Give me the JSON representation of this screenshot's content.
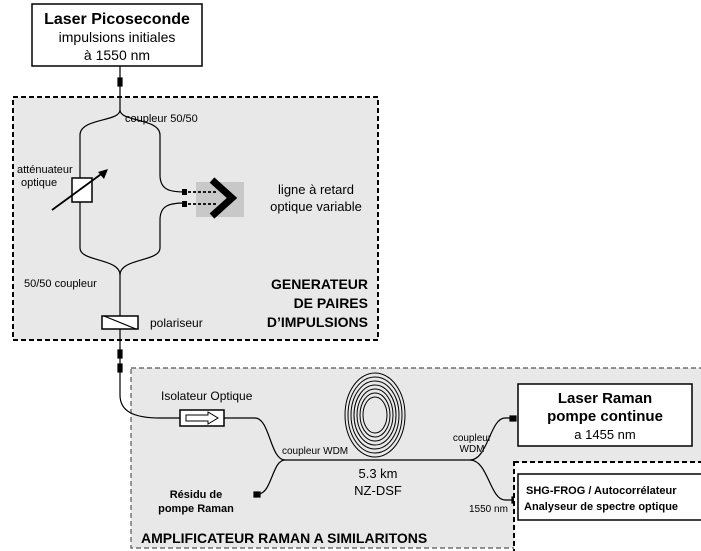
{
  "laser_picoseconde": {
    "title": "Laser Picoseconde",
    "line2": "impulsions initiales",
    "line3": "à 1550 nm"
  },
  "generator": {
    "coupler_top": "coupleur 50/50",
    "attenuator_line1": "atténuateur",
    "attenuator_line2": "optique",
    "delay_line1": "ligne à retard",
    "delay_line2": "optique variable",
    "coupler_bottom": "50/50 coupleur",
    "polarizer": "polariseur",
    "title_line1": "GENERATEUR",
    "title_line2": "DE PAIRES",
    "title_line3": "D’IMPULSIONS"
  },
  "amplifier": {
    "isolator": "Isolateur Optique",
    "coupler_wdm_left": "coupleur WDM",
    "coupler_wdm_right_1": "coupleur",
    "coupler_wdm_right_2": "WDM",
    "fiber_length": "5.3 km",
    "fiber_type": "NZ-DSF",
    "residue_line1": "Résidu de",
    "residue_line2": "pompe Raman",
    "wavelength_out": "1550 nm",
    "title": "AMPLIFICATEUR RAMAN A SIMILARITONS"
  },
  "raman_laser": {
    "line1": "Laser Raman",
    "line2": "pompe continue",
    "line3": "a 1455 nm"
  },
  "diagnostics": {
    "line1": "SHG-FROG / Autocorrélateur",
    "line2": "Analyseur de spectre optique"
  }
}
